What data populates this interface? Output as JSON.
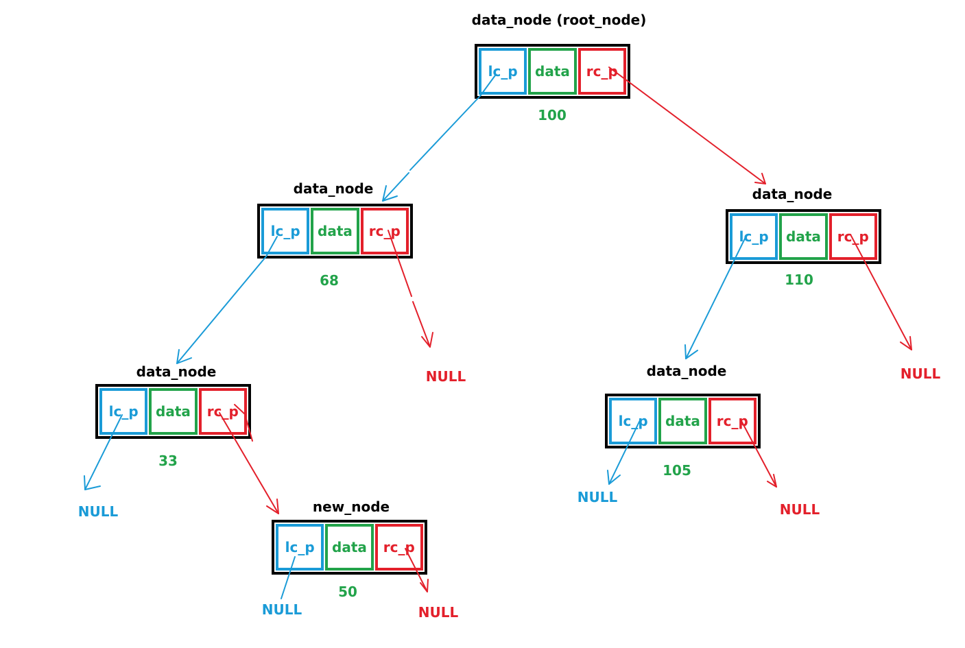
{
  "colors": {
    "left_pointer": "#1a9bd7",
    "data": "#22a34a",
    "right_pointer": "#e3202b",
    "border": "#000000"
  },
  "nodes": [
    {
      "title": "data_node (root_node)",
      "lc": "lc_p",
      "data": "data",
      "rc": "rc_p",
      "value": "100"
    },
    {
      "title": "data_node",
      "lc": "lc_p",
      "data": "data",
      "rc": "rc_p",
      "value": "68"
    },
    {
      "title": "data_node",
      "lc": "lc_p",
      "data": "data",
      "rc": "rc_p",
      "value": "110"
    },
    {
      "title": "data_node",
      "lc": "lc_p",
      "data": "data",
      "rc": "rc_p",
      "value": "33"
    },
    {
      "title": "data_node",
      "lc": "lc_p",
      "data": "data",
      "rc": "rc_p",
      "value": "105"
    },
    {
      "title": "new_node",
      "lc": "lc_p",
      "data": "data",
      "rc": "rc_p",
      "value": "50"
    }
  ],
  "nulls": {
    "n68_right": "NULL",
    "n110_right": "NULL",
    "n33_left": "NULL",
    "n105_left": "NULL",
    "n105_right": "NULL",
    "n50_left": "NULL",
    "n50_right": "NULL"
  }
}
